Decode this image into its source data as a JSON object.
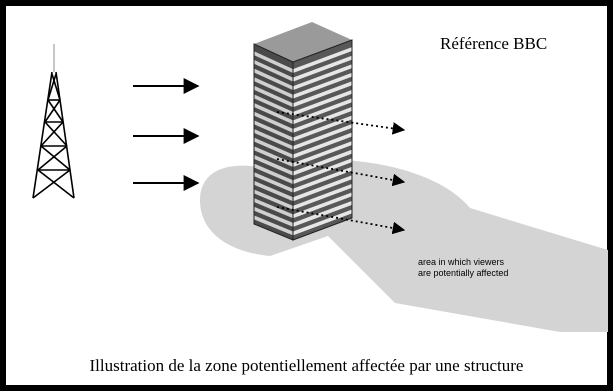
{
  "diagram": {
    "reference_label": "Référence BBC",
    "area_label_line1": "area in which viewers",
    "area_label_line2": "are potentially affected",
    "caption": "Illustration de la zone potentiellement affectée par une structure"
  },
  "colors": {
    "border": "#000000",
    "affected_zone": "#d4d4d4",
    "building_dark": "#4a4a4a",
    "building_light": "#cfcfcf",
    "building_roof": "#9a9a9a",
    "tower": "#000000",
    "arrows": "#000000"
  },
  "icons": {
    "transmitter": "transmitter-tower-icon",
    "signal": "arrow-right-icon",
    "reflection": "dotted-arrow-icon"
  }
}
